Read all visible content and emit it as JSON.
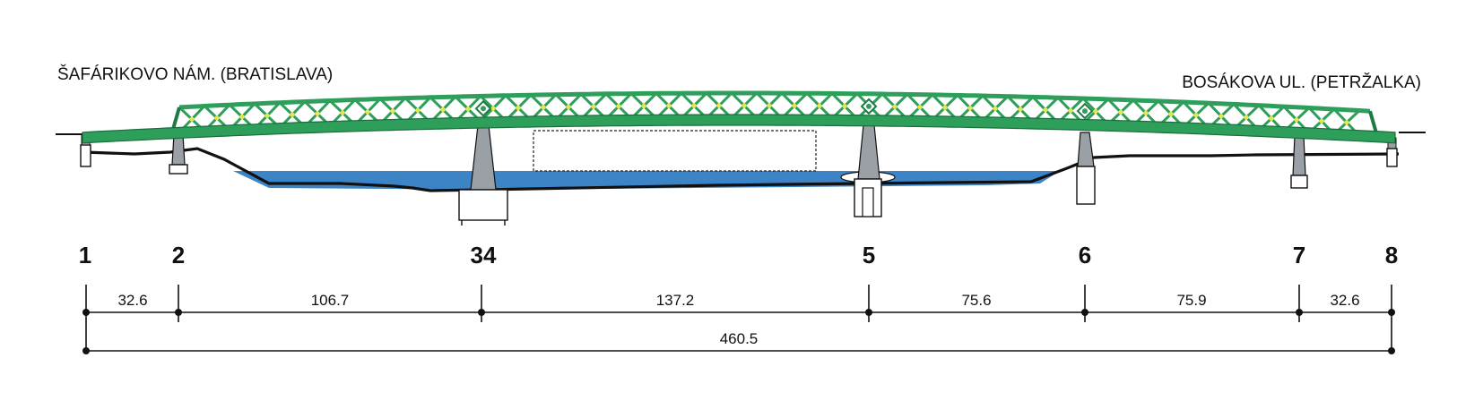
{
  "labels": {
    "left_bank": "ŠAFÁRIKOVO NÁM. (BRATISLAVA)",
    "right_bank": "BOSÁKOVA UL. (PETRŽALKA)"
  },
  "supports": [
    "1",
    "2",
    "34",
    "5",
    "6",
    "7",
    "8"
  ],
  "spans": [
    "32.6",
    "106.7",
    "137.2",
    "75.6",
    "75.9",
    "32.6"
  ],
  "total_length": "460.5",
  "colors": {
    "truss": "#2e9e5b",
    "truss_dark": "#1f7a43",
    "truss_node": "#e2e84a",
    "river": "#3d84c6",
    "pier": "#9aa0a6",
    "ground": "#111111"
  }
}
